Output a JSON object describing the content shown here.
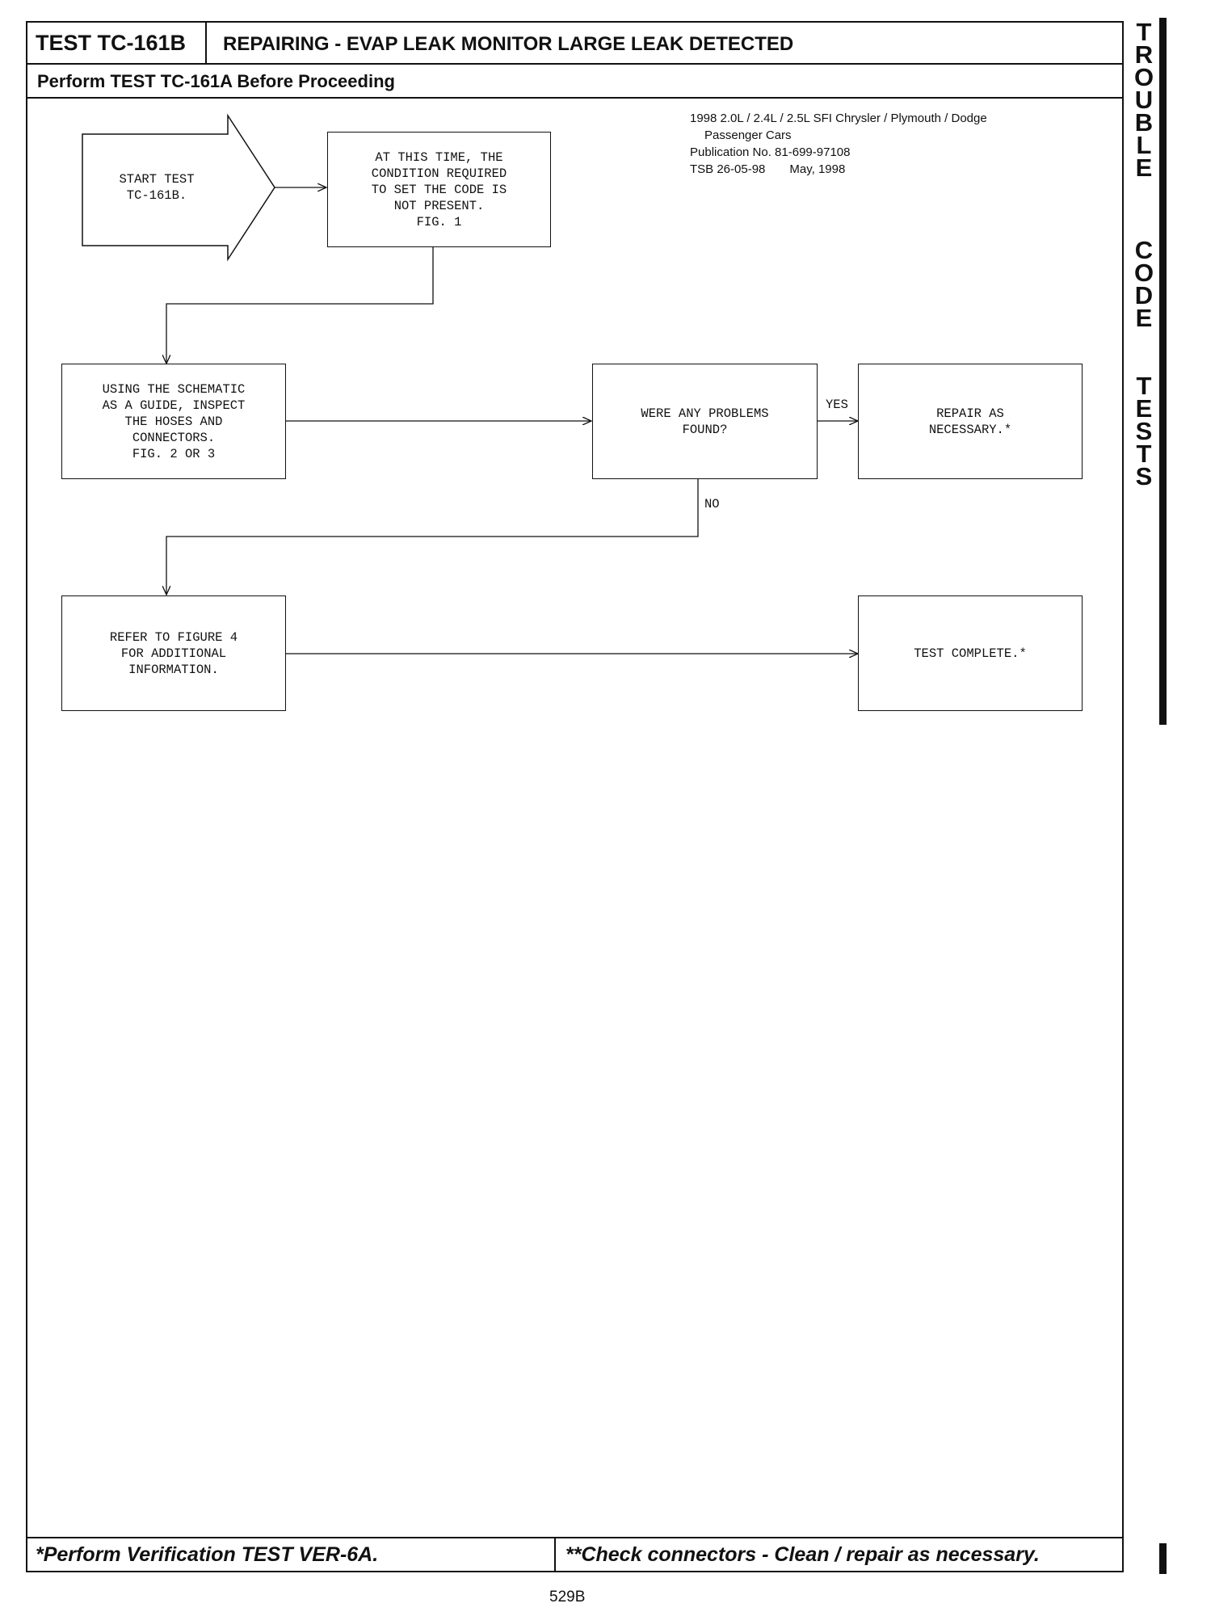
{
  "header": {
    "test_id": "TEST TC-161B",
    "title": "REPAIRING - EVAP LEAK MONITOR LARGE LEAK DETECTED",
    "prerequisite": "Perform TEST TC-161A Before Proceeding"
  },
  "publication": {
    "line1": "1998 2.0L / 2.4L / 2.5L SFI Chrysler / Plymouth / Dodge",
    "line2": "Passenger Cars",
    "line3": "Publication No. 81-699-97108",
    "tsb": "TSB 26-05-98",
    "date": "May, 1998"
  },
  "side_tab": {
    "word1": [
      "T",
      "R",
      "O",
      "U",
      "B",
      "L",
      "E"
    ],
    "word2": [
      "C",
      "O",
      "D",
      "E"
    ],
    "word3": [
      "T",
      "E",
      "S",
      "T",
      "S"
    ]
  },
  "flowchart": {
    "start": "START TEST\nTC-161B.",
    "step_condition": "AT THIS TIME, THE\nCONDITION REQUIRED\nTO SET THE CODE IS\nNOT PRESENT.\nFIG. 1",
    "step_inspect": "USING THE SCHEMATIC\nAS A GUIDE, INSPECT\nTHE HOSES AND\nCONNECTORS.\nFIG. 2 OR 3",
    "decision": "WERE ANY PROBLEMS\nFOUND?",
    "yes_label": "YES",
    "no_label": "NO",
    "repair": "REPAIR AS\nNECESSARY.*",
    "refer": "REFER TO FIGURE 4\nFOR ADDITIONAL\nINFORMATION.",
    "complete": "TEST COMPLETE.*"
  },
  "footer": {
    "left": "*Perform Verification TEST VER-6A.",
    "right": "**Check connectors - Clean / repair as necessary."
  },
  "page_number": "529B"
}
